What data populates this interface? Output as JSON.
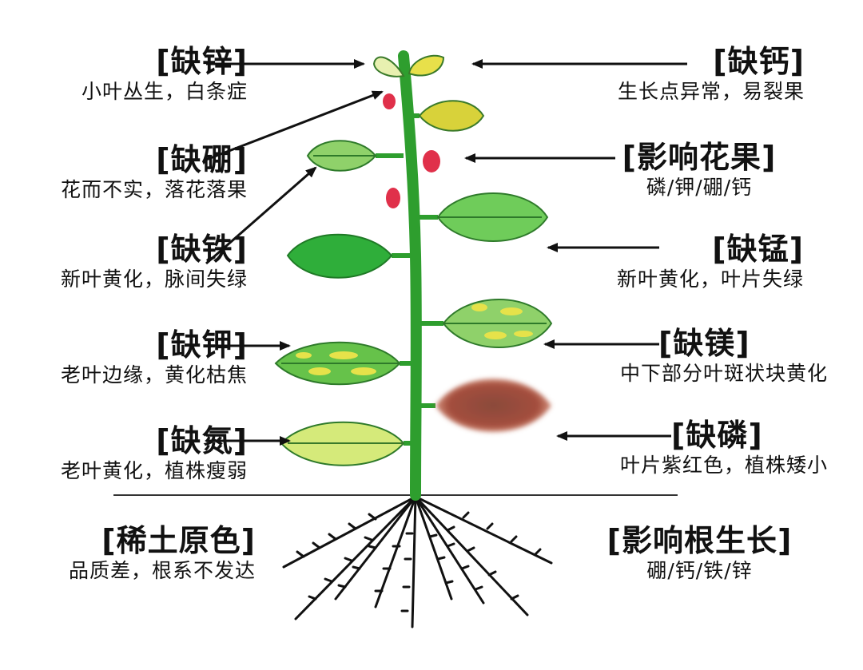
{
  "labels": {
    "zinc": {
      "title": "[缺锌]",
      "desc": "小叶丛生，白条症"
    },
    "boron": {
      "title": "[缺硼]",
      "desc": "花而不实，落花落果"
    },
    "iron": {
      "title": "[缺铁]",
      "desc": "新叶黄化，脉间失绿"
    },
    "potassium": {
      "title": "[缺钾]",
      "desc": "老叶边缘，黄化枯焦"
    },
    "nitrogen": {
      "title": "[缺氮]",
      "desc": "老叶黄化，植株瘦弱"
    },
    "rare_earth": {
      "title": "[稀土原色]",
      "desc": "品质差，根系不发达"
    },
    "calcium": {
      "title": "[缺钙]",
      "desc": "生长点异常，易裂果"
    },
    "flower_fruit": {
      "title": "[影响花果]",
      "desc": "磷/钾/硼/钙"
    },
    "manganese": {
      "title": "[缺锰]",
      "desc": "新叶黄化，叶片失绿"
    },
    "magnesium": {
      "title": "[缺镁]",
      "desc": "中下部分叶斑状块黄化"
    },
    "phosphorus": {
      "title": "[缺磷]",
      "desc": "叶片紫红色，植株矮小"
    },
    "root_growth": {
      "title": "[影响根生长]",
      "desc": "硼/钙/铁/锌"
    }
  },
  "colors": {
    "stem": "#2e9e2e",
    "leaf_healthy": "#33b040",
    "leaf_light": "#8fd16a",
    "chlorosis_yellow": "#e6e24a",
    "purple_leaf": "#9a4a3a",
    "fruit_red": "#e0304a",
    "arrow": "#111111",
    "root": "#111111"
  }
}
